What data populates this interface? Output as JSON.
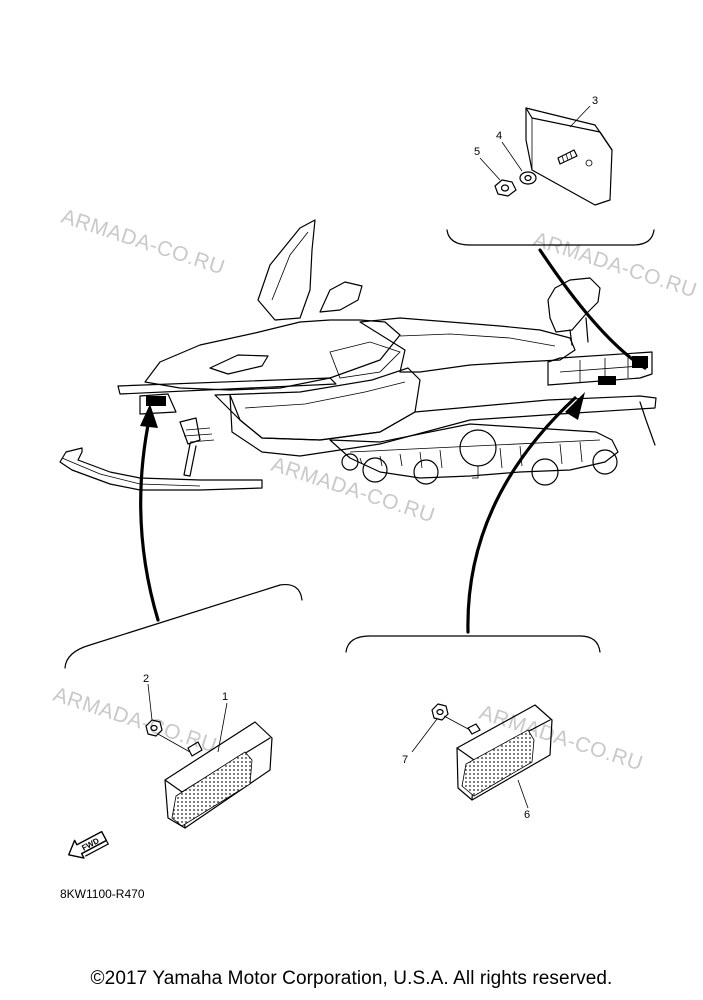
{
  "callouts": {
    "c1": "1",
    "c2": "2",
    "c3": "3",
    "c4": "4",
    "c5": "5",
    "c6": "6",
    "c7": "7"
  },
  "watermark": "ARMADA-CO.RU",
  "fwd_label": "FWD",
  "diagram_code": "8KW1100-R470",
  "copyright": "©2017 Yamaha Motor Corporation, U.S.A. All rights reserved."
}
